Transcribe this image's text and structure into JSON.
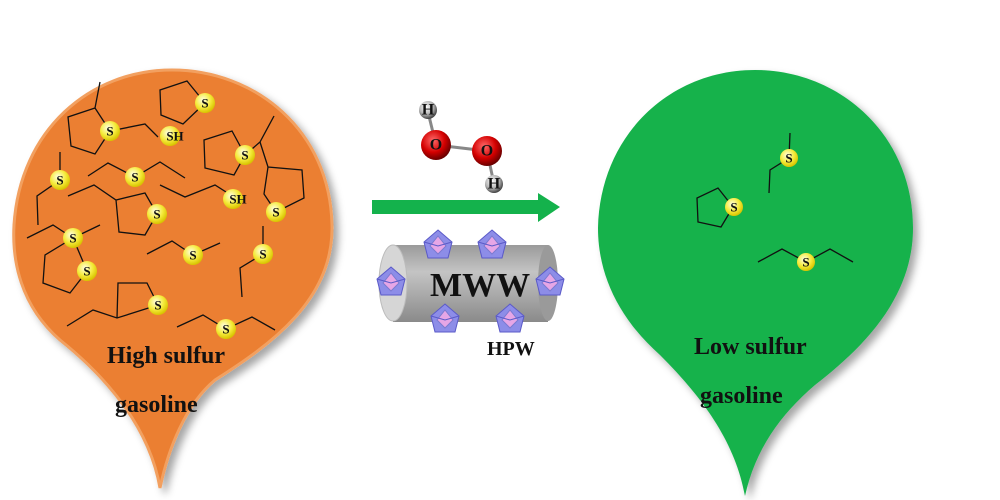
{
  "left_drop": {
    "label_line1": "High sulfur",
    "label_line2": "gasoline",
    "color": "#EB7F30"
  },
  "right_drop": {
    "label_line1": "Low sulfur",
    "label_line2": "gasoline",
    "color": "#14B24C"
  },
  "atoms": {
    "sulfur": "S",
    "thiol": "SH",
    "oxygen": "O",
    "hydrogen": "H"
  },
  "arrow": {
    "color": "#14B24C"
  },
  "catalyst": {
    "support": "MWW",
    "active": "HPW"
  }
}
